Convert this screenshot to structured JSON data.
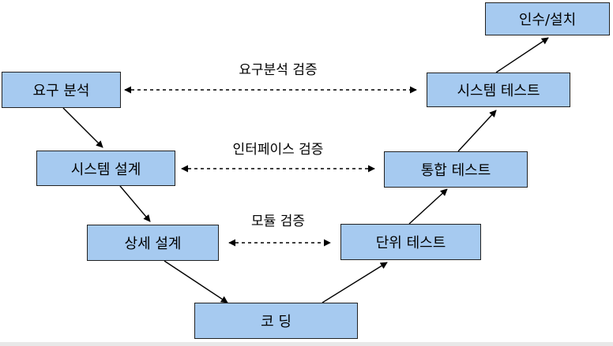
{
  "boxes": {
    "requirements_analysis": "요구 분석",
    "system_design": "시스템 설계",
    "detailed_design": "상세 설계",
    "coding": "코 딩",
    "unit_test": "단위 테스트",
    "integration_test": "통합 테스트",
    "system_test": "시스템 테스트",
    "acceptance_installation": "인수/설치"
  },
  "verifications": {
    "requirements": "요구분석 검증",
    "interface": "인터페이스 검증",
    "module": "모듈 검증"
  },
  "colors": {
    "box_fill": "#a6caf0",
    "box_border": "#222222",
    "line": "#000000"
  }
}
